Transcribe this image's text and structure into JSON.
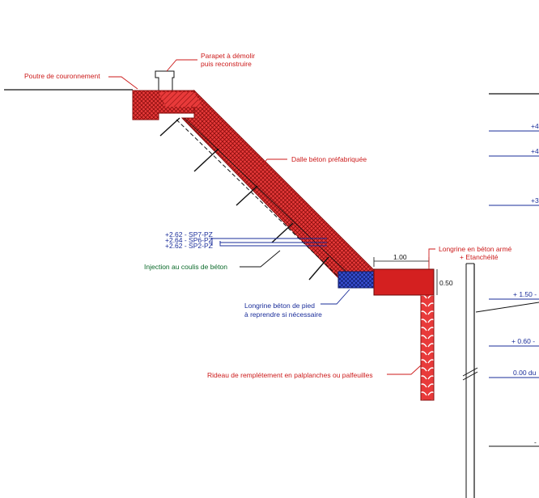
{
  "labels": {
    "poutre": "Poutre de couronnement",
    "parapet_l1": "Parapet à démolir",
    "parapet_l2": "puis reconstruire",
    "dalle": "Dalle béton préfabriquée",
    "sp7": "+2.62 - SP7-PZ",
    "sp6": "+2.64 - SP6-PZ",
    "sp2": "+2.62 - SP2-PZ",
    "injection": "Injection au coulis de béton",
    "longrine_arme_l1": "Longrine en béton armé",
    "longrine_arme_l2": "+ Etanchéité",
    "dim_100": "1.00",
    "dim_050": "0.50",
    "longrine_pied_l1": "Longrine béton de pied",
    "longrine_pied_l2": "à reprendre si nécessaire",
    "rideau": "Rideau de remplétement en palplanches ou palfeuilles"
  },
  "right_levels": [
    "+4",
    "+4",
    "+3",
    "+ 1.50 -",
    "+ 0.60 -",
    "0.00 du",
    "-"
  ],
  "colors": {
    "red": "#cc1a1a",
    "concrete_red": "#e03030",
    "green": "#0b6a2a",
    "blue": "#1a2d9a",
    "black": "#111111"
  }
}
